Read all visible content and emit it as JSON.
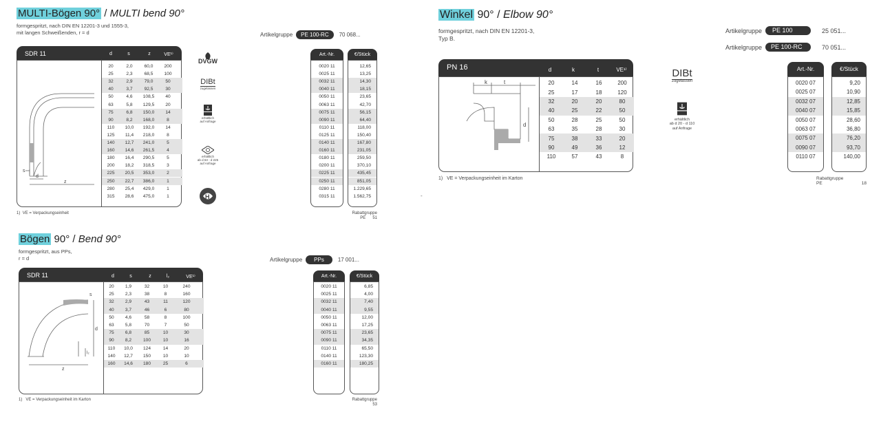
{
  "s1": {
    "title_de": "MULTI-Bögen 90°",
    "title_sep": " / ",
    "title_en": "MULTI bend 90°",
    "sub1": "formgespritzt, nach DIN EN 12201-3 und 1555-3,",
    "sub2": "mit langen Schweißenden, r = d",
    "ag_label": "Artikelgruppe",
    "ag_pill": "PE 100-RC",
    "ag_price": "70 068...",
    "bar_label": "SDR 11",
    "cols": [
      "d",
      "s",
      "z",
      "VE¹⁾"
    ],
    "rows": [
      [
        "20",
        "2,0",
        "60,0",
        "200"
      ],
      [
        "25",
        "2,3",
        "68,5",
        "100"
      ],
      [
        "32",
        "2,9",
        "79,0",
        "50"
      ],
      [
        "40",
        "3,7",
        "92,5",
        "30"
      ],
      [
        "50",
        "4,6",
        "108,5",
        "40"
      ],
      [
        "63",
        "5,8",
        "129,5",
        "20"
      ],
      [
        "75",
        "6,8",
        "150,0",
        "14"
      ],
      [
        "90",
        "8,2",
        "168,0",
        "8"
      ],
      [
        "110",
        "10,0",
        "192,0",
        "14"
      ],
      [
        "125",
        "11,4",
        "218,0",
        "8"
      ],
      [
        "140",
        "12,7",
        "241,0",
        "5"
      ],
      [
        "160",
        "14,6",
        "261,5",
        "4"
      ],
      [
        "180",
        "16,4",
        "290,5",
        "5"
      ],
      [
        "200",
        "18,2",
        "318,5",
        "3"
      ],
      [
        "225",
        "20,5",
        "353,0",
        "2"
      ],
      [
        "250",
        "22,7",
        "386,0",
        "1"
      ],
      [
        "280",
        "25,4",
        "429,0",
        "1"
      ],
      [
        "315",
        "28,6",
        "475,0",
        "1"
      ]
    ],
    "art_head": "Art.-Nr.",
    "art": [
      "0020 11",
      "0025 11",
      "0032 11",
      "0040 11",
      "0050 11",
      "0063 11",
      "0075 11",
      "0090 11",
      "0110 11",
      "0125 11",
      "0140 11",
      "0160 11",
      "0180 11",
      "0200 11",
      "0225 11",
      "0250 11",
      "0280 11",
      "0315 11"
    ],
    "price_head": "€/Stück",
    "prices": [
      "12,65",
      "13,25",
      "14,30",
      "18,15",
      "23,65",
      "42,70",
      "56,15",
      "64,40",
      "118,00",
      "150,40",
      "167,80",
      "231,05",
      "259,50",
      "370,10",
      "435,45",
      "851,05",
      "1.229,65",
      "1.562,75"
    ],
    "foot_num": "1)",
    "foot": "VE = Verpackungseinheit",
    "rab1": "Rabattgruppe",
    "rab2": "PE",
    "rab3": "51",
    "cert_dvgw": "DVGW",
    "cert_dibt": "DIBt",
    "cert_dibt_sub": "zugelassen",
    "cert_a1": "erhältlich",
    "cert_a2": "auf Anfrage",
    "cert_b1": "erhältlich",
    "cert_b2": "ab d 63 - d 225",
    "cert_b3": "auf Anfrage",
    "dim_s": "s",
    "dim_d": "d",
    "dim_z": "z"
  },
  "s2": {
    "title_de": "Bögen",
    "title_rest": " 90°",
    "title_sep": " / ",
    "title_en": "Bend 90°",
    "sub1": "formgespritzt, aus PPs,",
    "sub2": "r = d",
    "ag_label": "Artikelgruppe",
    "ag_pill": "PPs",
    "ag_price": "17 001...",
    "bar_label": "SDR 11",
    "cols": [
      "d",
      "s",
      "z",
      "l₂",
      "VE¹⁾"
    ],
    "rows": [
      [
        "20",
        "1,9",
        "32",
        "10",
        "240"
      ],
      [
        "25",
        "2,3",
        "38",
        "8",
        "160"
      ],
      [
        "32",
        "2,9",
        "43",
        "11",
        "120"
      ],
      [
        "40",
        "3,7",
        "46",
        "6",
        "80"
      ],
      [
        "50",
        "4,6",
        "58",
        "8",
        "100"
      ],
      [
        "63",
        "5,8",
        "70",
        "7",
        "50"
      ],
      [
        "75",
        "6,8",
        "85",
        "10",
        "30"
      ],
      [
        "90",
        "8,2",
        "100",
        "10",
        "16"
      ],
      [
        "110",
        "10,0",
        "124",
        "14",
        "20"
      ],
      [
        "140",
        "12,7",
        "150",
        "10",
        "10"
      ],
      [
        "160",
        "14,6",
        "180",
        "25",
        "6"
      ]
    ],
    "art_head": "Art.-Nr.",
    "art": [
      "0020 11",
      "0025 11",
      "0032 11",
      "0040 11",
      "0050 11",
      "0063 11",
      "0075 11",
      "0090 11",
      "0110 11",
      "0140 11",
      "0160 11"
    ],
    "price_head": "€/Stück",
    "prices": [
      "6,85",
      "4,00",
      "7,40",
      "9,55",
      "12,00",
      "17,25",
      "23,65",
      "34,35",
      "65,50",
      "123,30",
      "180,25"
    ],
    "foot_num": "1)",
    "foot": "VE = Verpackungseinheit im Karton",
    "rab1": "Rabattgruppe",
    "rab2": "53",
    "dim_s": "s",
    "dim_d": "d",
    "dim_z": "z",
    "dim_l": "l₂"
  },
  "s3": {
    "title_de": "Winkel",
    "title_rest": " 90°",
    "title_sep": " / ",
    "title_en": "Elbow 90°",
    "sub1": "formgespritzt, nach DIN EN 12201-3,",
    "sub2": "Typ B.",
    "ag_label1": "Artikelgruppe",
    "ag_pill1": "PE 100",
    "ag_price1": "25 051...",
    "ag_label2": "Artikelgruppe",
    "ag_pill2": "PE 100-RC",
    "ag_price2": "70 051...",
    "bar_label": "PN 16",
    "cols": [
      "d",
      "k",
      "t",
      "VE¹⁾"
    ],
    "rows": [
      [
        "20",
        "14",
        "16",
        "200"
      ],
      [
        "25",
        "17",
        "18",
        "120"
      ],
      [
        "32",
        "20",
        "20",
        "80"
      ],
      [
        "40",
        "25",
        "22",
        "50"
      ],
      [
        "50",
        "28",
        "25",
        "50"
      ],
      [
        "63",
        "35",
        "28",
        "30"
      ],
      [
        "75",
        "38",
        "33",
        "20"
      ],
      [
        "90",
        "49",
        "36",
        "12"
      ],
      [
        "110",
        "57",
        "43",
        "8"
      ]
    ],
    "art_head": "Art.-Nr.",
    "art": [
      "0020 07",
      "0025 07",
      "0032 07",
      "0040 07",
      "0050 07",
      "0063 07",
      "0075 07",
      "0090 07",
      "0110 07"
    ],
    "price_head": "€/Stück",
    "prices": [
      "9,20",
      "10,90",
      "12,85",
      "15,85",
      "28,60",
      "36,80",
      "76,20",
      "93,70",
      "140,00"
    ],
    "foot_num": "1)",
    "foot": "VE = Verpackungseinheit im Karton",
    "rab1": "Rabattgruppe",
    "rab2": "PE",
    "rab3": "18",
    "cert_dibt": "DIBt",
    "cert_dibt_sub": "zugelassen",
    "cert_a1": "erhältlich",
    "cert_a2": "ab d 20 - d 110",
    "cert_a3": "auf Anfrage",
    "dim_k": "k",
    "dim_t": "t",
    "dim_d": "d"
  },
  "stray": "-"
}
